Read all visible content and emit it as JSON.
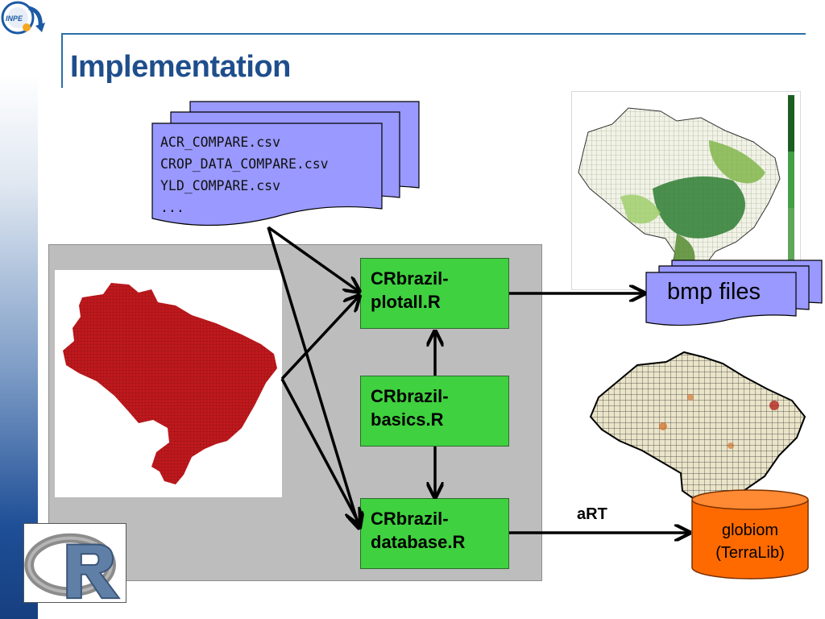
{
  "slide": {
    "title": "Implementation"
  },
  "csv_files": {
    "lines": [
      "ACR_COMPARE.csv",
      "CROP_DATA_COMPARE.csv",
      "YLD_COMPARE.csv",
      "..."
    ]
  },
  "scripts": {
    "plotall": [
      "CRbrazil-",
      "plotall.R"
    ],
    "basics": [
      "CRbrazil-",
      "basics.R"
    ],
    "database": [
      "CRbrazil-",
      "database.R"
    ]
  },
  "outputs": {
    "bmp_label": "bmp files",
    "art_label": "aRT",
    "database_label": [
      "globiom",
      "(TerraLib)"
    ]
  },
  "logo": {
    "text": "INPE"
  },
  "colors": {
    "title": "#1f4e8c",
    "script_box": "#3fd13f",
    "document_fill": "#9999ff",
    "database_fill": "#ff6a00",
    "brazil_grid": "#c0191d"
  },
  "icons": {
    "logo": "inpe-logo-icon",
    "r": "r-language-logo-icon",
    "database": "database-cylinder-icon",
    "documents": "document-stack-icon"
  }
}
